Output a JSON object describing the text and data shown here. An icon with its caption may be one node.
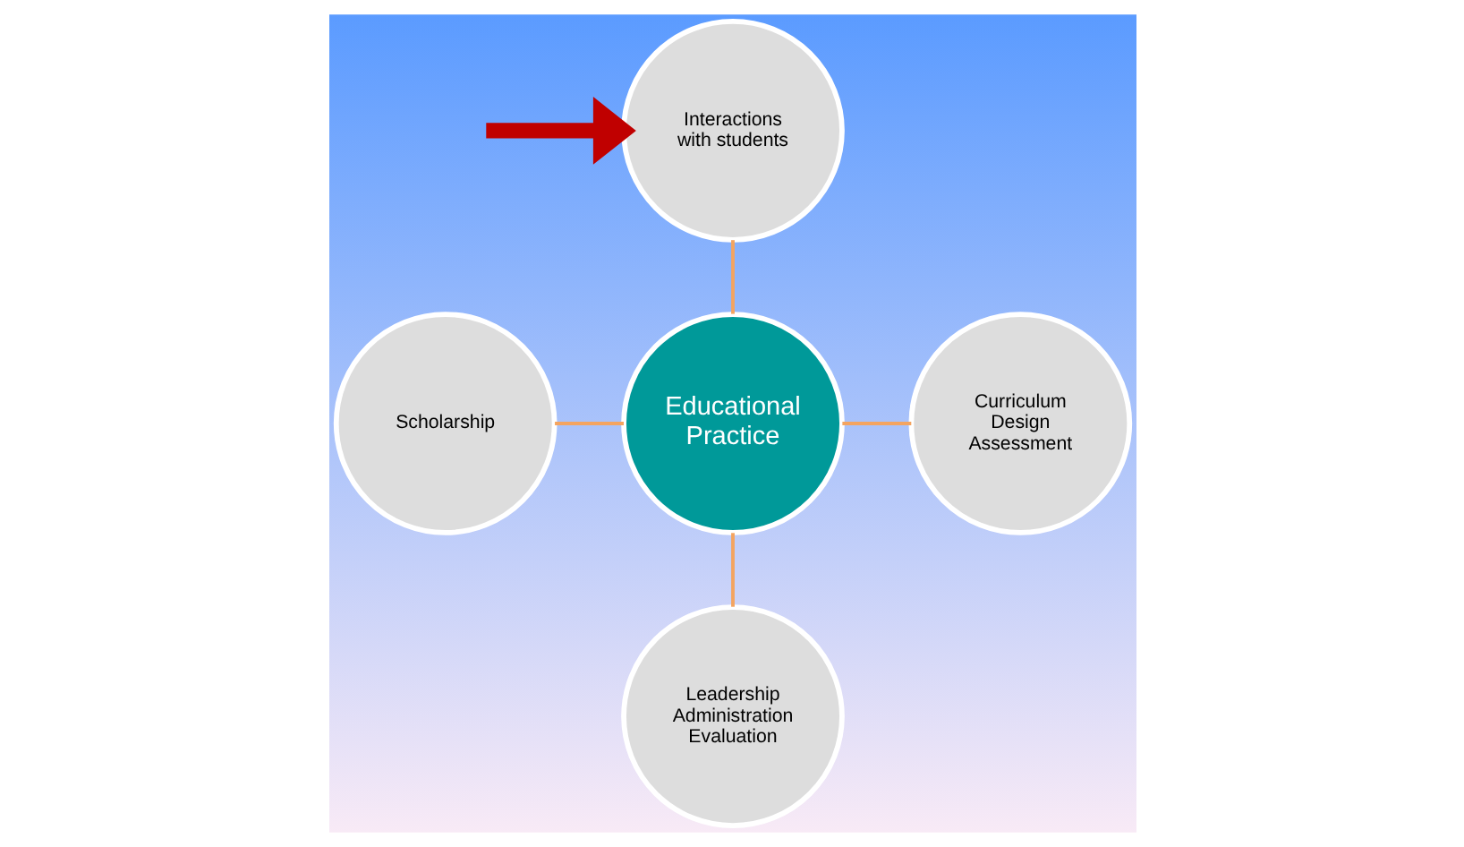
{
  "diagram": {
    "nodes": [
      {
        "text": [
          "Educational Practice"
        ]
      },
      {
        "text": [
          "Interactions with students"
        ]
      },
      {
        "text": [
          "Scholarship"
        ]
      },
      {
        "text": [
          "Curriculum Design",
          "Assessment"
        ]
      },
      {
        "text": [
          "Leadership Administration Evaluation"
        ]
      }
    ],
    "edges": [
      {
        "from": null,
        "to": 1,
        "arrow": "to",
        "style": "thick",
        "color": "#c00000"
      },
      {
        "from": 0,
        "to": 1,
        "arrow": "none"
      },
      {
        "from": 0,
        "to": 2,
        "arrow": "none"
      },
      {
        "from": 0,
        "to": 3,
        "arrow": "none"
      },
      {
        "from": 0,
        "to": 4,
        "arrow": "none"
      }
    ]
  }
}
